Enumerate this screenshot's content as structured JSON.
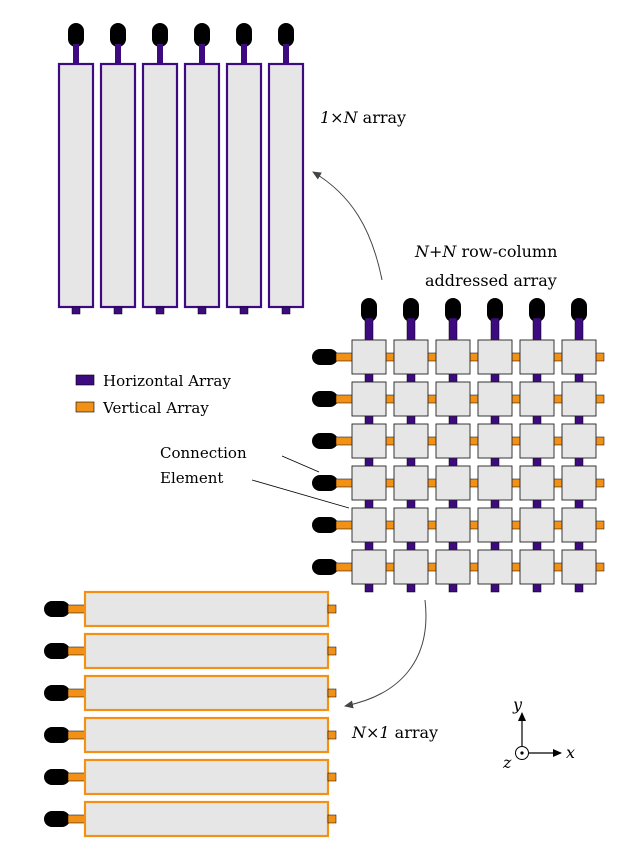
{
  "colors": {
    "horizontal": "#3d0a80",
    "vertical": "#f39117",
    "element_fill": "#e6e6e6",
    "element_stroke": "#222222",
    "connector": "#000000",
    "arrow": "#444444"
  },
  "top_array": {
    "label_math": "1×N",
    "label_text": " array",
    "element_count": 6
  },
  "rca": {
    "label_line1_math": "N+N",
    "label_line1_text": " row-column",
    "label_line2": "addressed array",
    "rows": 6,
    "cols": 6
  },
  "bottom_array": {
    "label_math": "N×1",
    "label_text": " array",
    "element_count": 6
  },
  "legend": {
    "items": [
      {
        "label": "Horizontal Array",
        "color_key": "horizontal"
      },
      {
        "label": "Vertical Array",
        "color_key": "vertical"
      }
    ]
  },
  "annotation": {
    "line1": "Connection",
    "line2": "Element"
  },
  "axes": {
    "x": "x",
    "y": "y",
    "z": "z",
    "z_symbol": "⊙"
  },
  "icons": [
    "connector-plug-icon",
    "arrow-icon",
    "axis-triad-icon"
  ]
}
